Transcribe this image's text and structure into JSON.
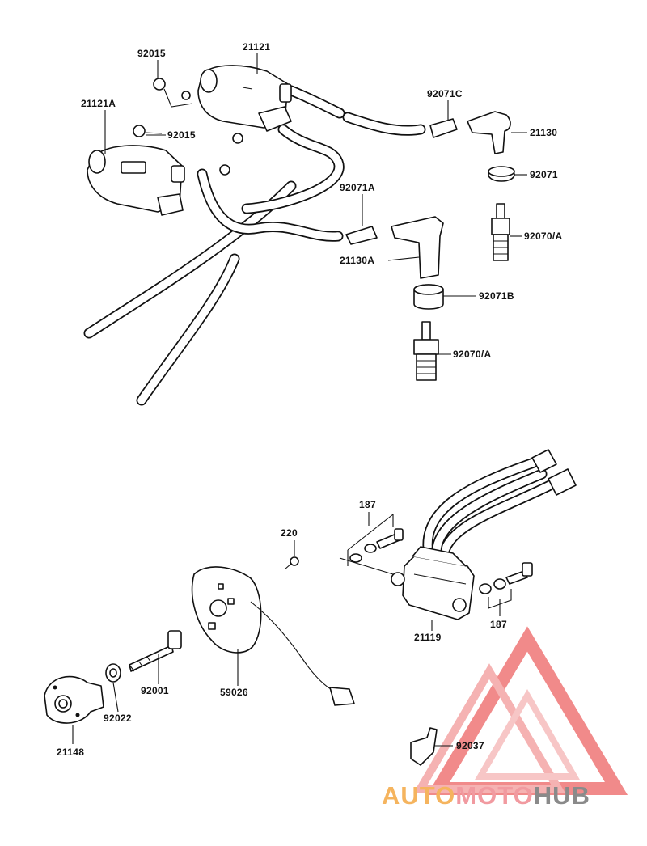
{
  "labels": {
    "l21121": "21121",
    "l92015a": "92015",
    "l21121A": "21121A",
    "l92015b": "92015",
    "l92071C": "92071C",
    "l21130": "21130",
    "l92071": "92071",
    "l92071A": "92071A",
    "l92070A_1": "92070/A",
    "l21130A": "21130A",
    "l92071B": "92071B",
    "l92070A_2": "92070/A",
    "l187a": "187",
    "l220": "220",
    "l21119": "21119",
    "l187b": "187",
    "l92001": "92001",
    "l59026": "59026",
    "l92022": "92022",
    "l21148": "21148",
    "l92037": "92037"
  },
  "watermark": {
    "part1": "AUTO",
    "part2": "MOTO",
    "part3": "HUB"
  },
  "colors": {
    "watermark_orange": "#f5b45e",
    "watermark_pink": "#f19aa0",
    "watermark_grey": "#8a8a8a",
    "triangle": "#ee6d6d",
    "ink": "#111111"
  }
}
